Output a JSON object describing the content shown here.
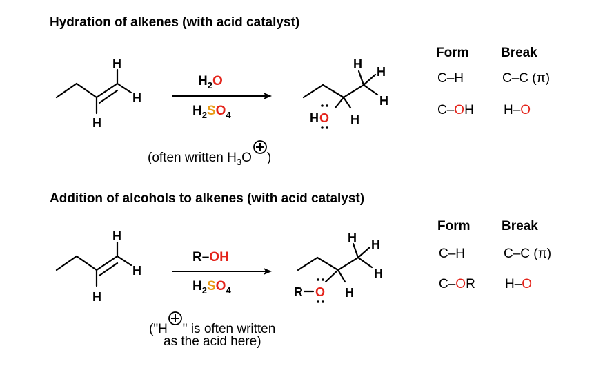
{
  "colors": {
    "oxygen": "#e4241b",
    "sulfur": "#e89a16",
    "ink": "#000000"
  },
  "section1": {
    "title": "Hydration of alkenes (with acid catalyst)",
    "reagent_top": {
      "prefix": "H",
      "sub": "2",
      "highlight": "O"
    },
    "reagent_bottom": {
      "h": "H",
      "h_sub": "2",
      "s": "S",
      "o": "O",
      "o_sub": "4"
    },
    "note_prefix": "(often written H",
    "note_sub": "3",
    "note_o": "O",
    "note_suffix": ")",
    "atoms": {
      "H": "H",
      "O": "O"
    },
    "form_header": "Form",
    "break_header": "Break",
    "form_items": [
      {
        "base": "C–H",
        "red": ""
      },
      {
        "base": "C–",
        "red": "O",
        "tail": "H"
      }
    ],
    "break_items": [
      {
        "base": "C–C (π)",
        "red": ""
      },
      {
        "base": "H–",
        "red": "O",
        "tail": ""
      }
    ]
  },
  "section2": {
    "title": "Addition of alcohols to alkenes (with acid catalyst)",
    "reagent_top": {
      "prefix": "R–",
      "highlight": "OH"
    },
    "reagent_bottom": {
      "h": "H",
      "h_sub": "2",
      "s": "S",
      "o": "O",
      "o_sub": "4"
    },
    "note_line1_prefix": "(\"H",
    "note_line1_suffix": "\" is often written",
    "note_line2": "as the acid here)",
    "atoms": {
      "H": "H",
      "O": "O",
      "R": "R"
    },
    "form_header": "Form",
    "break_header": "Break",
    "form_items": [
      {
        "base": "C–H",
        "red": ""
      },
      {
        "base": "C–",
        "red": "O",
        "tail": "R"
      }
    ],
    "break_items": [
      {
        "base": "C–C (π)",
        "red": ""
      },
      {
        "base": "H–",
        "red": "O",
        "tail": ""
      }
    ]
  }
}
